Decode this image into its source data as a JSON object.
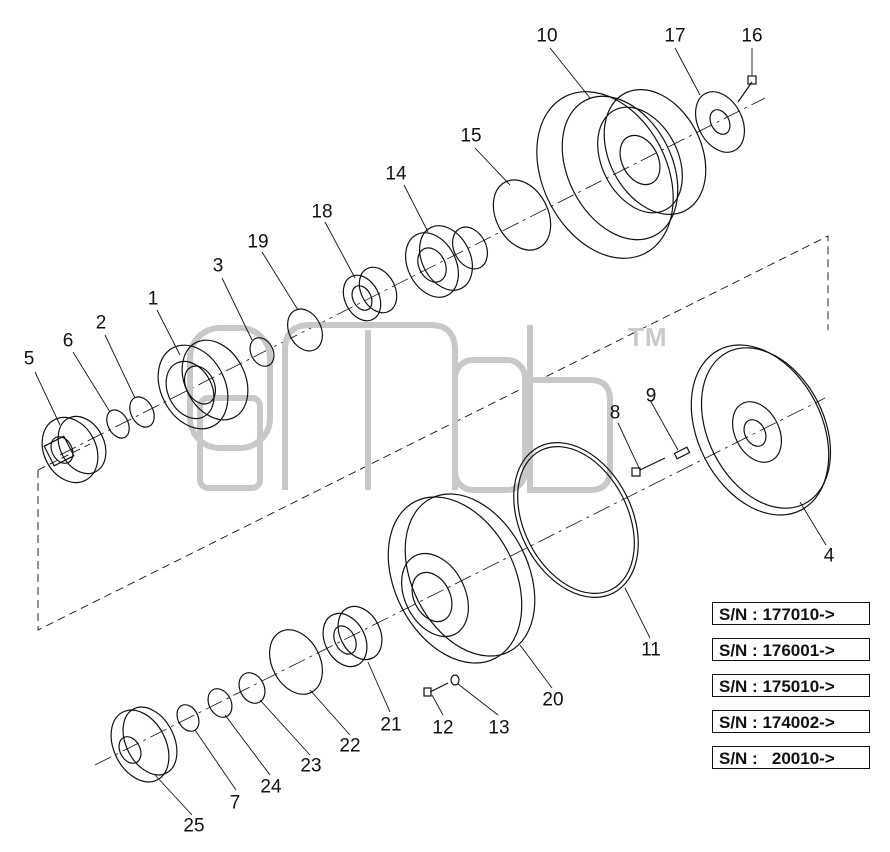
{
  "callouts": {
    "c1": "1",
    "c2": "2",
    "c3": "3",
    "c4": "4",
    "c5": "5",
    "c6": "6",
    "c7": "7",
    "c8": "8",
    "c9": "9",
    "c10": "10",
    "c11": "11",
    "c12": "12",
    "c13": "13",
    "c14": "14",
    "c15": "15",
    "c16": "16",
    "c17": "17",
    "c18": "18",
    "c19": "19",
    "c20": "20",
    "c21": "21",
    "c22": "22",
    "c23": "23",
    "c24": "24",
    "c25": "25"
  },
  "serial_numbers": [
    "S/N : 177010->",
    "S/N : 176001->",
    "S/N : 175010->",
    "S/N : 174002->",
    "S/N :   20010->"
  ],
  "watermark": {
    "text": "gmdb",
    "trademark": "TM",
    "color": "#c8c8c8"
  },
  "colors": {
    "line": "#111111",
    "background": "#ffffff"
  }
}
